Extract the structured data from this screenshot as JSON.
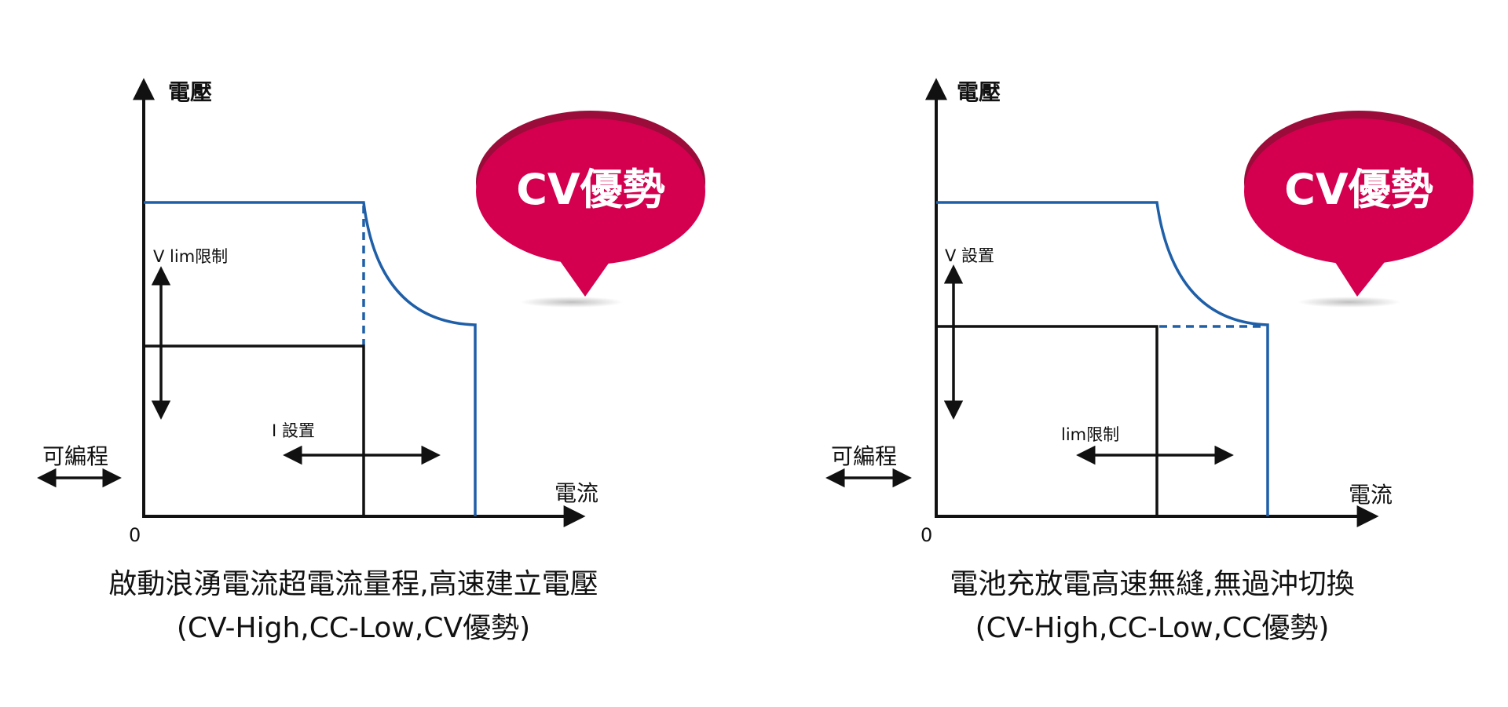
{
  "colors": {
    "curve": "#1f5fa8",
    "bubble": "#d4004f",
    "bubble_shadow": "#9b0c3a",
    "axes": "#111111",
    "text": "#111111"
  },
  "panels": [
    {
      "axis_y_label": "電壓",
      "axis_x_label": "電流",
      "origin_label": "0",
      "programmable_label": "可編程",
      "vertical_arrow_label": "V lim限制",
      "horizontal_arrow_label": "I 設置",
      "bubble_text": "CV優勢",
      "caption_line1": "啟動浪湧電流超電流量程,高速建立電壓",
      "caption_line2": "(CV-High,CC-Low,CV優勢)"
    },
    {
      "axis_y_label": "電壓",
      "axis_x_label": "電流",
      "origin_label": "0",
      "programmable_label": "可編程",
      "vertical_arrow_label": "V 設置",
      "horizontal_arrow_label": "lim限制",
      "bubble_text": "CV優勢",
      "caption_line1": "電池充放電高速無縫,無過沖切換",
      "caption_line2": "(CV-High,CC-Low,CC優勢)"
    }
  ]
}
